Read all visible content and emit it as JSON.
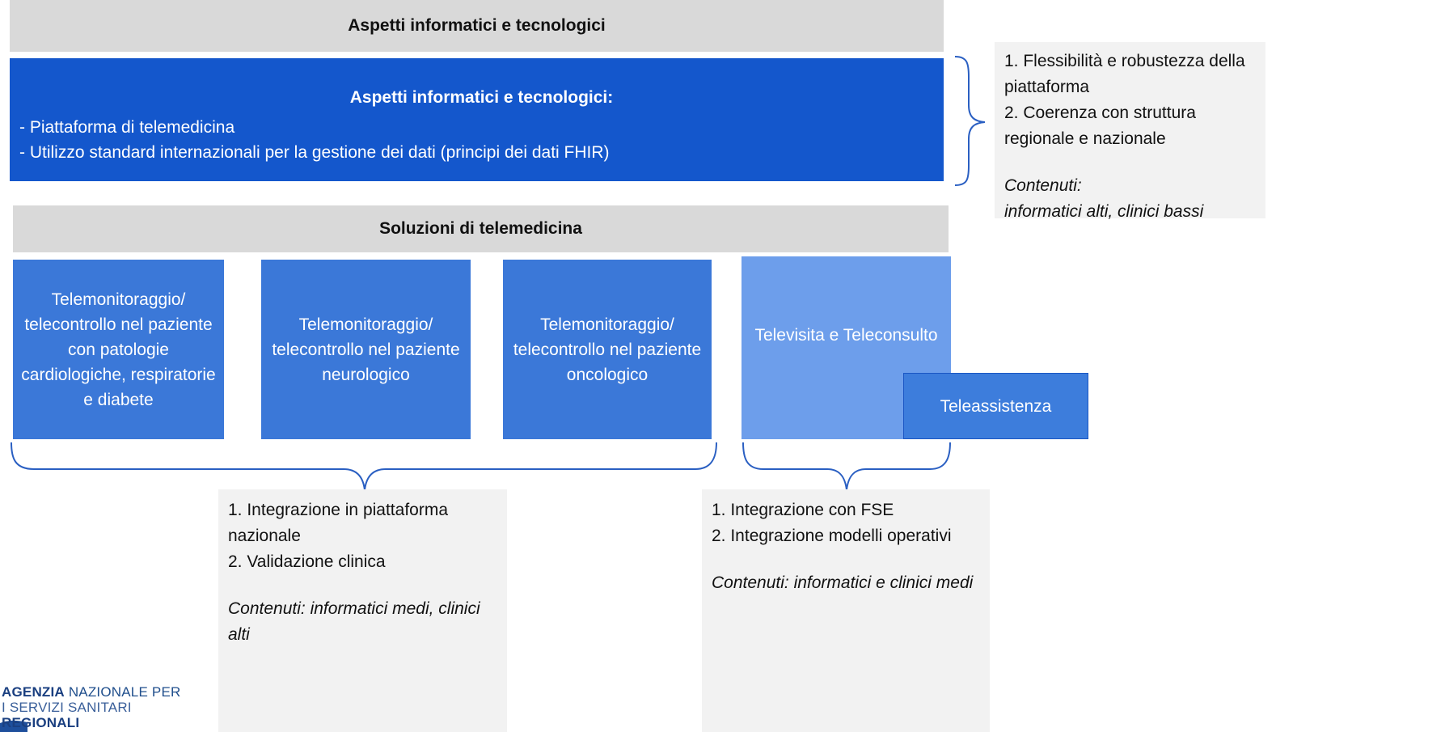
{
  "top_bar": {
    "label": "Aspetti informatici e tecnologici"
  },
  "it_box": {
    "title": "Aspetti informatici e tecnologici:",
    "items": [
      "- Piattaforma di telemedicina",
      "- Utilizzo standard internazionali per la gestione dei dati (principi dei dati FHIR)"
    ]
  },
  "right_note": {
    "items": [
      "1. Flessibilità e robustezza della piattaforma",
      "2. Coerenza con struttura regionale e nazionale"
    ],
    "content_label": "Contenuti:",
    "content_value": "informatici alti, clinici bassi"
  },
  "solutions_bar": {
    "label": "Soluzioni di telemedicina"
  },
  "solutions": [
    {
      "label": "Telemonitoraggio/ telecontrollo nel paziente con patologie cardiologiche, respiratorie e diabete"
    },
    {
      "label": "Telemonitoraggio/ telecontrollo nel paziente neurologico"
    },
    {
      "label": "Telemonitoraggio/ telecontrollo nel paziente oncologico"
    },
    {
      "label": "Televisita e Teleconsulto"
    },
    {
      "label": "Teleassistenza"
    }
  ],
  "note_left": {
    "items": [
      "1. Integrazione in piattaforma nazionale",
      "2. Validazione clinica"
    ],
    "content": "Contenuti: informatici medi, clinici alti"
  },
  "note_right": {
    "items": [
      "1. Integrazione con FSE",
      "2. Integrazione modelli operativi"
    ],
    "content": "Contenuti: informatici e clinici medi"
  },
  "logo": {
    "line1_bold": "AGENZIA",
    "line1_rest": " NAZIONALE PER",
    "line2_rest": "I SERVIZI SANITARI ",
    "line2_bold": "REGIONALI"
  },
  "colors": {
    "dark_blue": "#1457cc",
    "medium_blue": "#3b78d8",
    "light_blue": "#6d9eeb",
    "gray_bar": "#d9d9d9",
    "note_bg": "#f2f2f2"
  }
}
